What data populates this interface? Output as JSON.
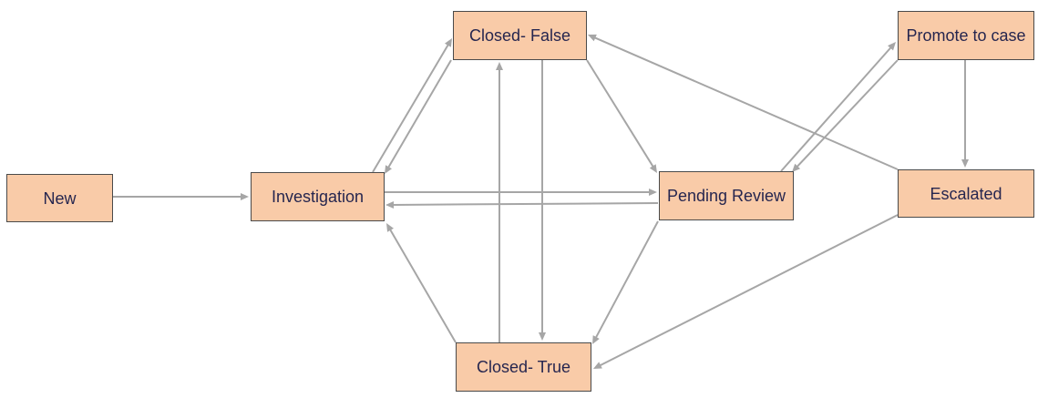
{
  "colors": {
    "node_fill": "#f9cba8",
    "node_border": "#4a4a4a",
    "node_text": "#26264f",
    "edge": "#a6a6a6"
  },
  "nodes": {
    "new": {
      "label": "New"
    },
    "investigation": {
      "label": "Investigation"
    },
    "closed_false": {
      "label": "Closed- False"
    },
    "pending_review": {
      "label": "Pending Review"
    },
    "closed_true": {
      "label": "Closed- True"
    },
    "promote_to_case": {
      "label": "Promote to case"
    },
    "escalated": {
      "label": "Escalated"
    }
  },
  "edges": [
    {
      "from": "new",
      "to": "investigation"
    },
    {
      "from": "investigation",
      "to": "closed_false"
    },
    {
      "from": "closed_false",
      "to": "investigation"
    },
    {
      "from": "investigation",
      "to": "pending_review"
    },
    {
      "from": "pending_review",
      "to": "investigation"
    },
    {
      "from": "closed_true",
      "to": "investigation"
    },
    {
      "from": "closed_false",
      "to": "pending_review"
    },
    {
      "from": "closed_false",
      "to": "closed_true"
    },
    {
      "from": "closed_true",
      "to": "closed_false"
    },
    {
      "from": "pending_review",
      "to": "closed_true"
    },
    {
      "from": "pending_review",
      "to": "promote_to_case"
    },
    {
      "from": "promote_to_case",
      "to": "pending_review"
    },
    {
      "from": "promote_to_case",
      "to": "escalated"
    },
    {
      "from": "escalated",
      "to": "closed_false"
    },
    {
      "from": "escalated",
      "to": "closed_true"
    }
  ]
}
